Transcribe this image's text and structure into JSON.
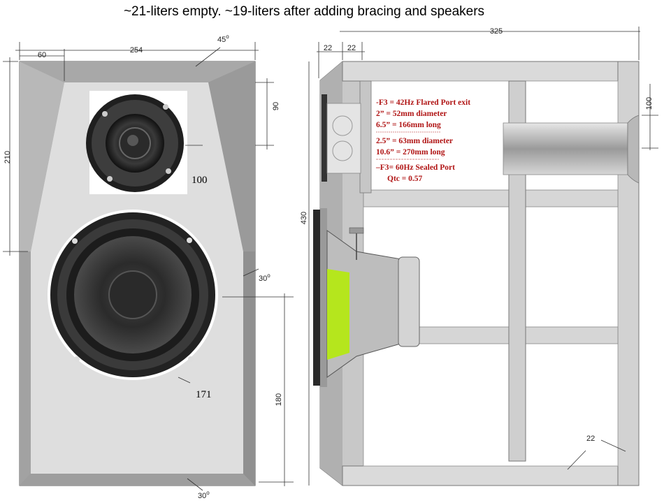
{
  "title": "~21-liters empty.  ~19-liters after adding bracing and speakers",
  "front": {
    "dims": {
      "top_offset": "60",
      "width": "254",
      "angle_top": "45",
      "upper_height": "210",
      "upper_inset": "90",
      "tweeter": "100",
      "angle_side": "30",
      "woofer": "171",
      "lower_height": "180",
      "angle_bottom": "30",
      "degree_mark": "o"
    }
  },
  "side": {
    "dims": {
      "wall_a": "22",
      "wall_b": "22",
      "depth": "325",
      "height": "430",
      "port_size": "100",
      "bottom_wall": "22"
    },
    "notes": [
      "-F3 = 42Hz  Flared Port exit",
      "2” = 52mm diameter",
      "6.5” = 166mm  long",
      "2.5” = 63mm diameter",
      "10.6” = 270mm long",
      "–F3= 60Hz Sealed Port",
      "Qtc = 0.57"
    ]
  },
  "colors": {
    "panel_light": "#dedede",
    "panel_mid": "#b4b4b4",
    "panel_dark": "#8c8c8c",
    "note_red": "#b01414",
    "magnet_green": "#b5e61d"
  }
}
